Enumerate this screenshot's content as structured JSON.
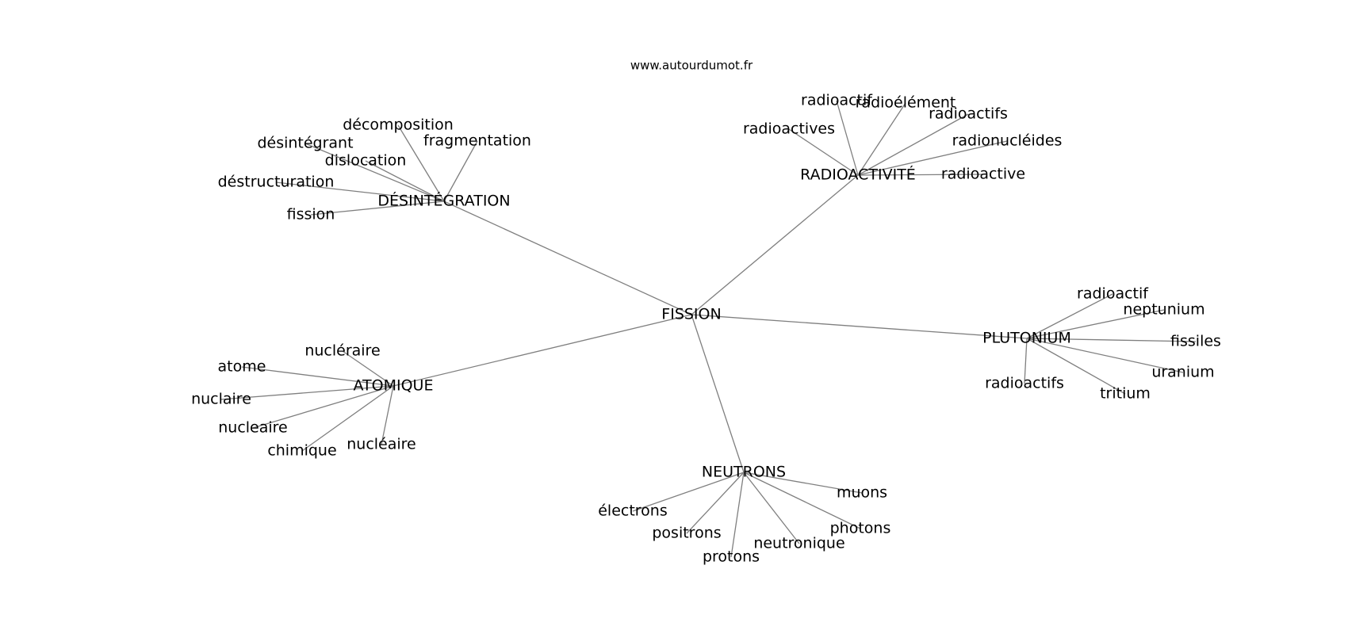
{
  "source": "www.autourdumot.fr",
  "center": "FISSION",
  "clusters": [
    {
      "hub": "DÉSINTÉGRATION",
      "words": [
        "décomposition",
        "désintégrant",
        "fragmentation",
        "dislocation",
        "déstructuration",
        "fission"
      ]
    },
    {
      "hub": "RADIOACTIVITÉ",
      "words": [
        "radioactif",
        "radioélément",
        "radioactifs",
        "radioactives",
        "radionucléides",
        "radioactive"
      ]
    },
    {
      "hub": "PLUTONIUM",
      "words": [
        "radioactif",
        "neptunium",
        "fissiles",
        "uranium",
        "tritium",
        "radioactifs"
      ]
    },
    {
      "hub": "ATOMIQUE",
      "words": [
        "nucléraire",
        "atome",
        "nuclaire",
        "nucleaire",
        "chimique",
        "nucléaire"
      ]
    },
    {
      "hub": "NEUTRONS",
      "words": [
        "électrons",
        "positrons",
        "protons",
        "neutronique",
        "photons",
        "muons"
      ]
    }
  ]
}
